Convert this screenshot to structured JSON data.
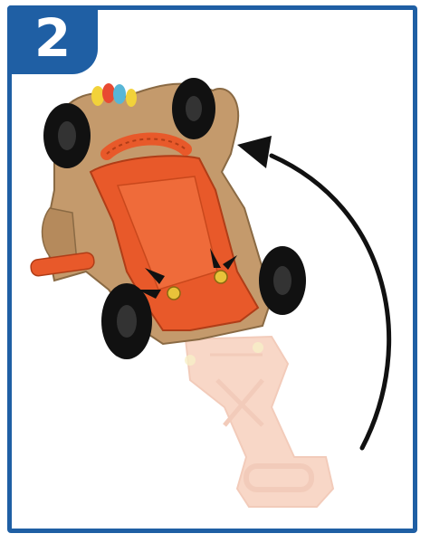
{
  "step": {
    "number": "2"
  },
  "colors": {
    "frame": "#1f5fa4",
    "chassis": "#e8592a",
    "body": "#c49a6c",
    "ghost": "#f4b89a",
    "wheel": "#111111",
    "arrow": "#111111"
  },
  "illustration": {
    "arrow_direction": "counterclockwise",
    "screw_count": 2
  }
}
